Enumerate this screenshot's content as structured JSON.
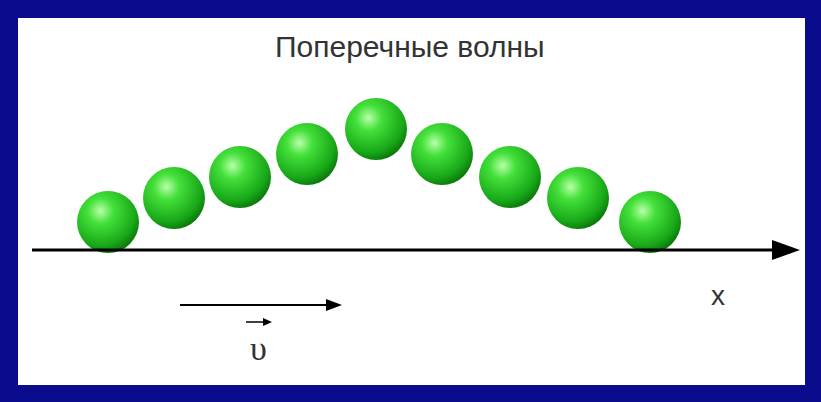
{
  "diagram": {
    "title": "Поперечные волны",
    "labels": [
      "x",
      "υ"
    ]
  }
}
